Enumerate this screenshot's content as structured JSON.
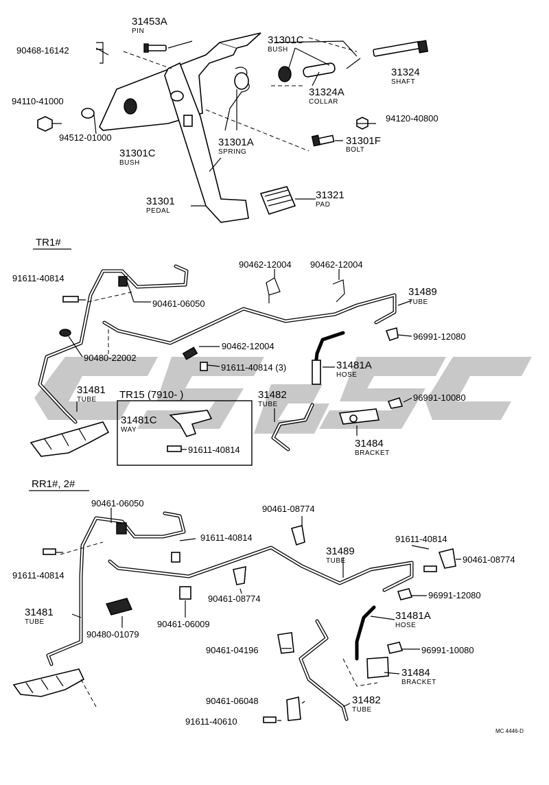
{
  "sections": {
    "tr1": "TR1#",
    "rr": "RR1#, 2#",
    "tr15": "TR15 (7910-      )"
  },
  "footer": "MC 4446-D",
  "pedal": {
    "p31453A": "31453A",
    "p31453A_n": "PIN",
    "p90468": "90468-16142",
    "p31301C_top": "31301C",
    "p31301C_top_n": "BUSH",
    "p31324": "31324",
    "p31324_n": "SHAFT",
    "p94110": "94110-41000",
    "p31324A": "31324A",
    "p31324A_n": "COLLAR",
    "p94120": "94120-40800",
    "p94512": "94512-01000",
    "p31301F": "31301F",
    "p31301F_n": "BOLT",
    "p31301A": "31301A",
    "p31301A_n": "SPRING",
    "p31301C_b": "31301C",
    "p31301C_b_n": "BUSH",
    "p31321": "31321",
    "p31321_n": "PAD",
    "p31301": "31301",
    "p31301_n": "PEDAL"
  },
  "tr1": {
    "a1": "91611-40814",
    "a2": "90462-12004",
    "a3": "90462-12004",
    "a4": "31489",
    "a4_n": "TUBE",
    "a5": "90461-06050",
    "a6": "96991-12080",
    "a7": "90462-12004",
    "a8": "90480-22002",
    "a9": "91611-40814 (3)",
    "a10": "31481A",
    "a10_n": "HOSE",
    "a11": "31481",
    "a11_n": "TUBE",
    "a12": "31482",
    "a12_n": "TUBE",
    "a13": "96991-10080",
    "a14": "31481C",
    "a14_n": "WAY",
    "a15": "91611-40814",
    "a16": "31484",
    "a16_n": "BRACKET"
  },
  "rr": {
    "b1": "90461-06050",
    "b2": "90461-08774",
    "b3": "91611-40814",
    "b4": "31489",
    "b4_n": "TUBE",
    "b5": "91611-40814",
    "b6": "91611-40814",
    "b7": "90461-08774",
    "b8": "90461-08774",
    "b9": "96991-12080",
    "b10": "31481",
    "b10_n": "TUBE",
    "b11": "90461-06009",
    "b12": "31481A",
    "b12_n": "HOSE",
    "b13": "90480-01079",
    "b14": "90461-04196",
    "b15": "96991-10080",
    "b16": "31484",
    "b16_n": "BRACKET",
    "b17": "90461-06048",
    "b18": "31482",
    "b18_n": "TUBE",
    "b19": "91611-40610"
  }
}
